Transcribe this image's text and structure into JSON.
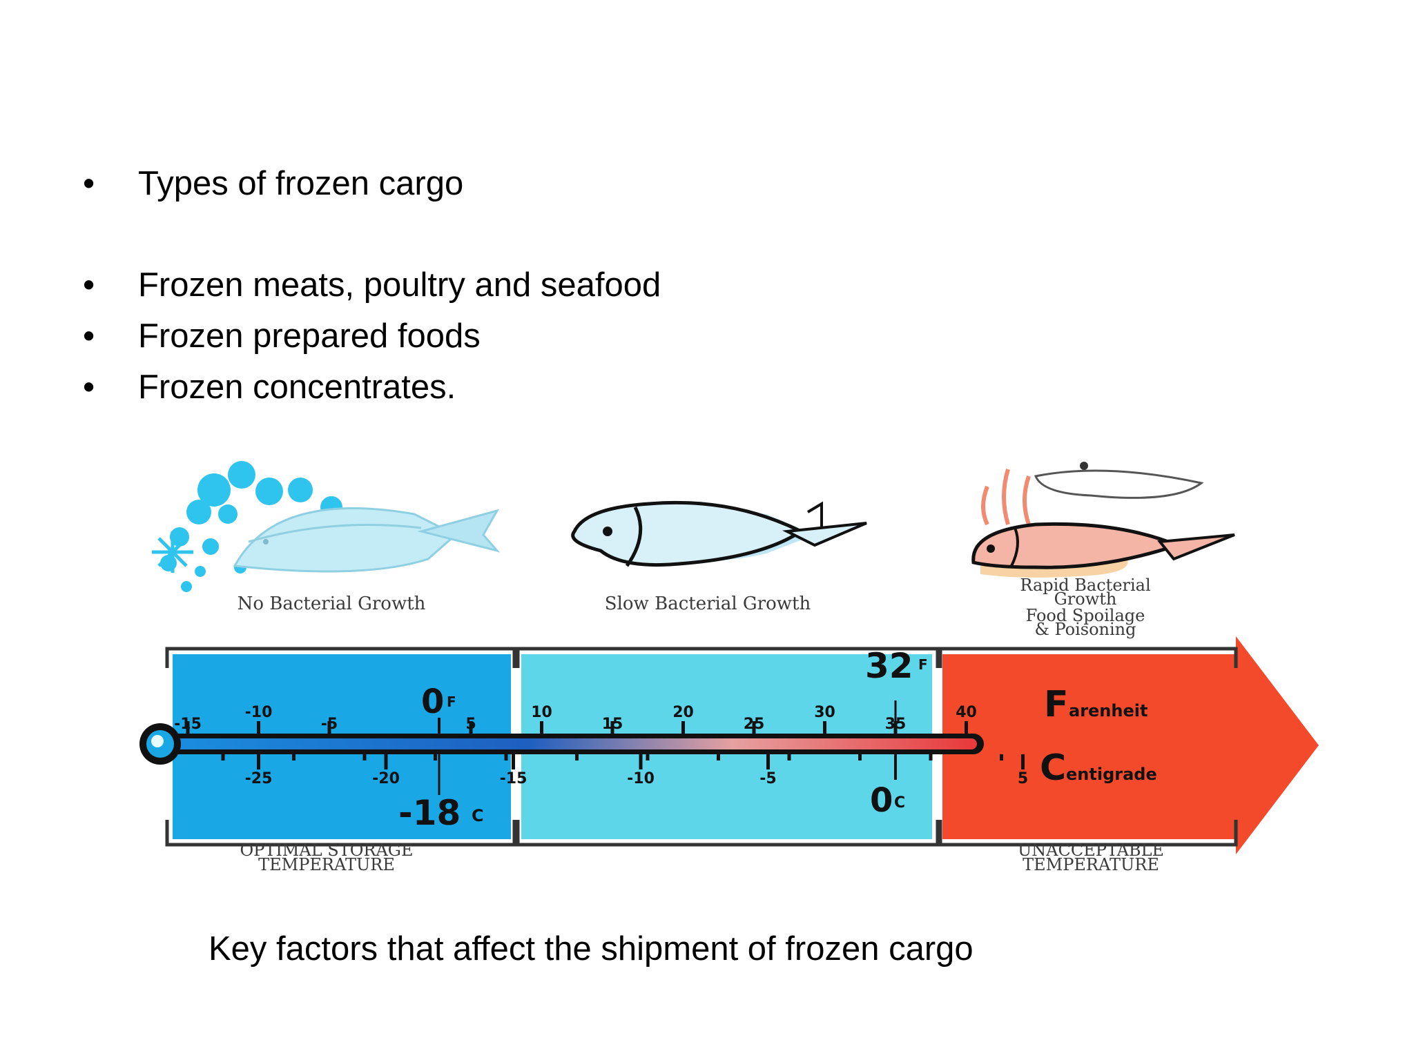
{
  "slide": {
    "bullets": [
      {
        "marker": "•",
        "text": "Types of frozen cargo"
      },
      {
        "marker": "•",
        "text": "Frozen meats, poultry and seafood"
      },
      {
        "marker": "•",
        "text": "Frozen prepared foods"
      },
      {
        "marker": "•",
        "text": "Frozen concentrates."
      }
    ],
    "caption": "Key factors that affect the shipment of frozen cargo"
  },
  "diagram": {
    "zones": {
      "cold_label": "No Bacterial Growth",
      "mid_label": "Slow Bacterial Growth",
      "hot_label_1": "Rapid Bacterial",
      "hot_label_2": "Growth",
      "hot_label_3": "Food Spoilage",
      "hot_label_4": "& Poisoning",
      "optimal_1": "OPTIMAL  STORAGE",
      "optimal_2": "TEMPERATURE",
      "unacceptable_1": "UNACCEPTABLE",
      "unacceptable_2": "TEMPERATURE"
    },
    "scale": {
      "fahrenheit_ticks": [
        "-15",
        "-10",
        "-5",
        "0",
        "5",
        "10",
        "15",
        "20",
        "25",
        "30",
        "35",
        "40"
      ],
      "centigrade_ticks": [
        "-25",
        "-20",
        "-15",
        "-10",
        "-5",
        "0",
        "5"
      ],
      "f_zero": "0",
      "f_zero_unit": "F",
      "freezing_f": "32",
      "freezing_f_unit": "F",
      "c_zero": "0",
      "c_zero_unit": "C",
      "storage_c": "-18",
      "storage_c_unit": "C",
      "fahrenheit_cap": "F",
      "fahrenheit_rest": "arenheit",
      "centigrade_cap": "C",
      "centigrade_rest": "entigrade"
    },
    "colors": {
      "cold": "#1aa7e6",
      "mid": "#5dd6ea",
      "hot": "#f24a2a"
    }
  }
}
